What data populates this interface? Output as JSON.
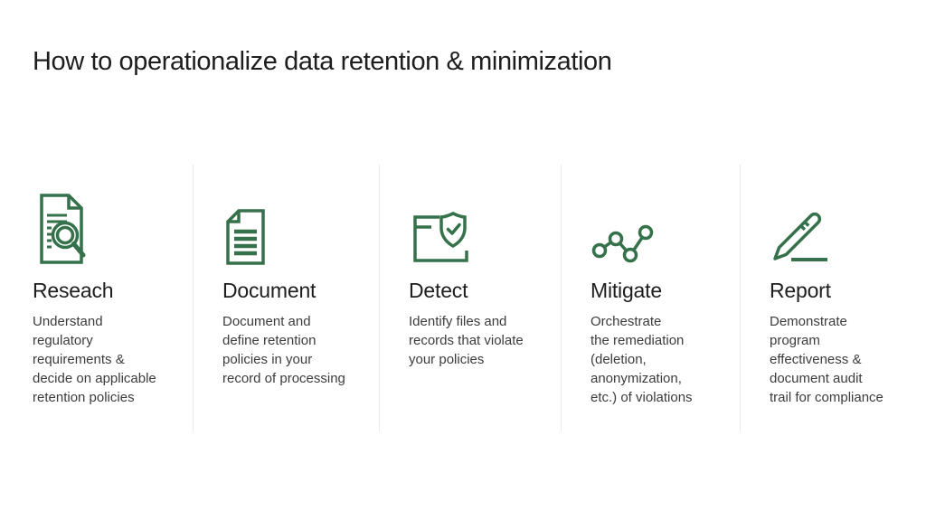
{
  "slide": {
    "title": "How to operationalize data retention & minimization",
    "colors": {
      "accent_green": "#35714A",
      "title_text": "#1E1E1E",
      "body_text": "#3C3C3C",
      "divider": "#EAEAEA",
      "background": "#FFFFFF"
    },
    "columns": [
      {
        "icon": "document-search-icon",
        "heading": "Reseach",
        "body": "Understand\nregulatory\nrequirements &\ndecide on applicable\nretention policies"
      },
      {
        "icon": "document-lines-icon",
        "heading": "Document",
        "body": "Document and\ndefine retention\npolicies in your\nrecord of processing"
      },
      {
        "icon": "file-shield-check-icon",
        "heading": "Detect",
        "body": "Identify files and\nrecords that violate\nyour policies"
      },
      {
        "icon": "line-chart-nodes-icon",
        "heading": "Mitigate",
        "body": "Orchestrate\nthe remediation\n(deletion,\nanonymization,\netc.) of violations"
      },
      {
        "icon": "pencil-icon",
        "heading": "Report",
        "body": "Demonstrate\nprogram\neffectiveness &\ndocument audit\ntrail for compliance"
      }
    ]
  }
}
